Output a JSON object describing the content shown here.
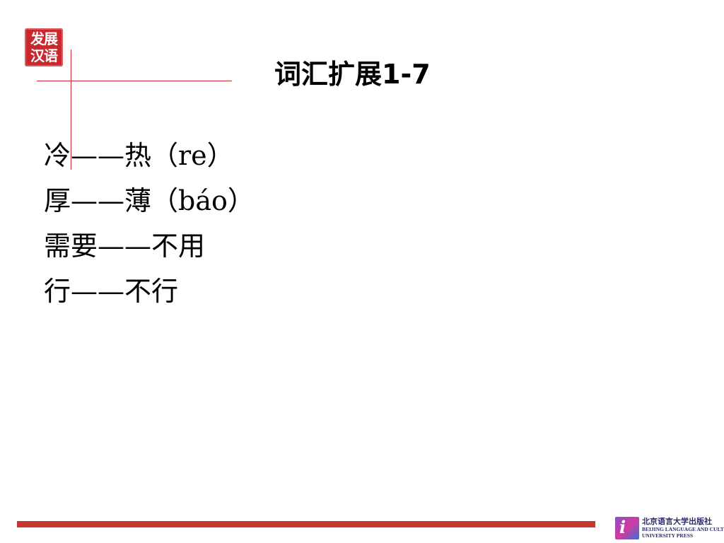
{
  "logo": {
    "line1": "发展",
    "line2": "汉语"
  },
  "title": "词汇扩展1-7",
  "vocab": [
    {
      "text": "冷——热（re）"
    },
    {
      "text": "厚——薄（báo）"
    },
    {
      "text": "需要——不用"
    },
    {
      "text": "行——不行"
    }
  ],
  "publisher": {
    "name_cn": "北京语言大学出版社",
    "name_en_line1": "BEIJING LANGUAGE AND CULTURE",
    "name_en_line2": "UNIVERSITY PRESS",
    "logo_mark": "i"
  },
  "colors": {
    "accent": "#c8282e",
    "bar": "#c8382e"
  }
}
